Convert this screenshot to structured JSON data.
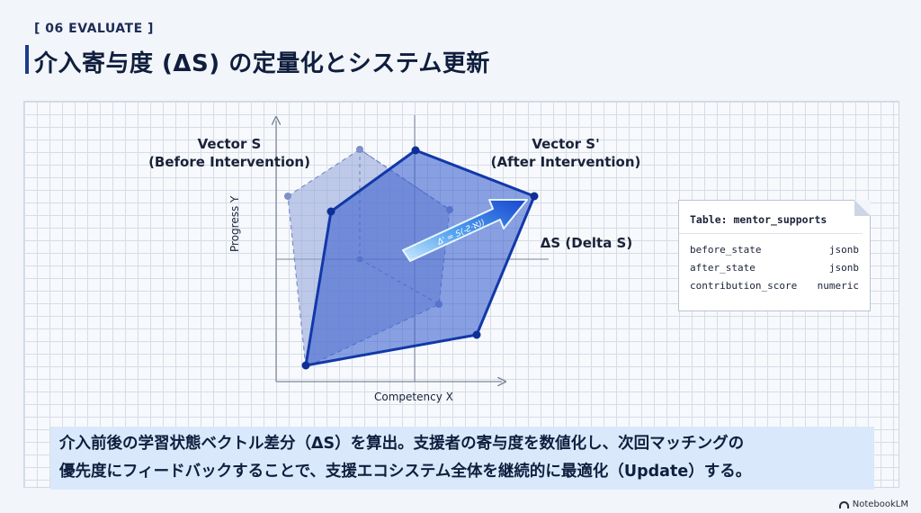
{
  "header": {
    "section_tag": "[ 06 EVALUATE ]",
    "title": "介入寄与度 (ΔS) の定量化とシステム更新"
  },
  "diagram": {
    "vector_before_label": "Vector S\n(Before Intervention)",
    "vector_after_label": "Vector S'\n(After Intervention)",
    "delta_label": "ΔS (Delta S)",
    "arrow_formula": "Δ' = S(-Ƨ·ℵ))",
    "x_axis_label": "Competency X",
    "y_axis_label": "Progress Y",
    "colors": {
      "before_fill": "#8fa3d8",
      "after_fill": "#3e63cf",
      "after_stroke": "#1238a8",
      "arrow": "#1d4fd6",
      "arrow_glow": "#bfe6ff"
    }
  },
  "table": {
    "title": "Table: mentor_supports",
    "rows": [
      {
        "name": "before_state",
        "type": "jsonb"
      },
      {
        "name": "after_state",
        "type": "jsonb"
      },
      {
        "name": "contribution_score",
        "type": "numeric"
      }
    ]
  },
  "caption": {
    "line1": "介入前後の学習状態ベクトル差分（ΔS）を算出。支援者の寄与度を数値化し、次回マッチングの",
    "line2": "優先度にフィードバックすることで、支援エコシステム全体を継続的に最適化（Update）する。"
  },
  "watermark": "NotebookLM"
}
